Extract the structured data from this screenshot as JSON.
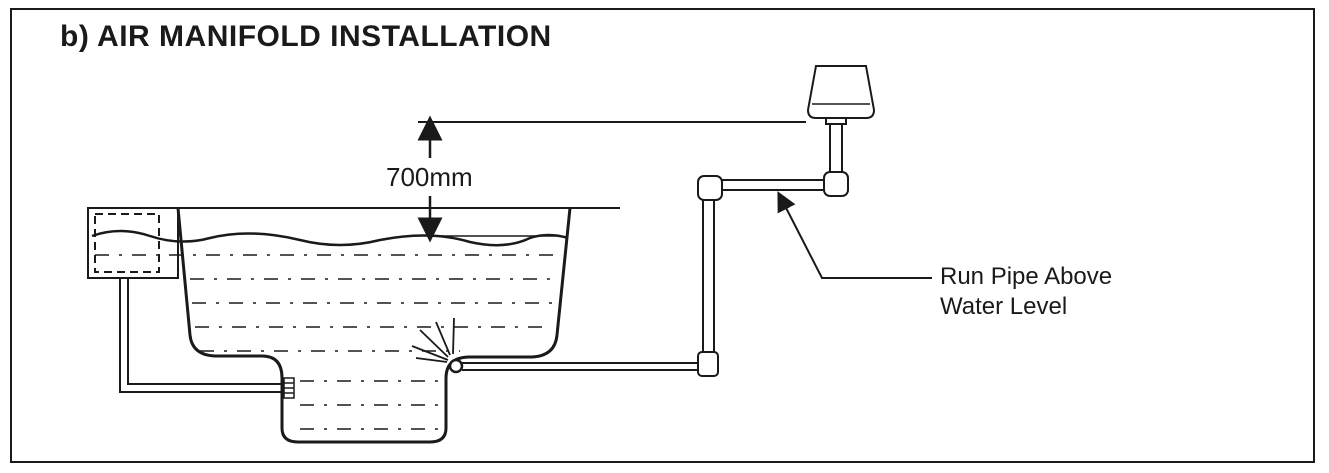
{
  "title": "b) AIR MANIFOLD INSTALLATION",
  "dimension_label": "700mm",
  "callout": {
    "line1": "Run Pipe Above",
    "line2": "Water Level"
  },
  "colors": {
    "ink": "#1a1a1a",
    "background": "#ffffff"
  }
}
